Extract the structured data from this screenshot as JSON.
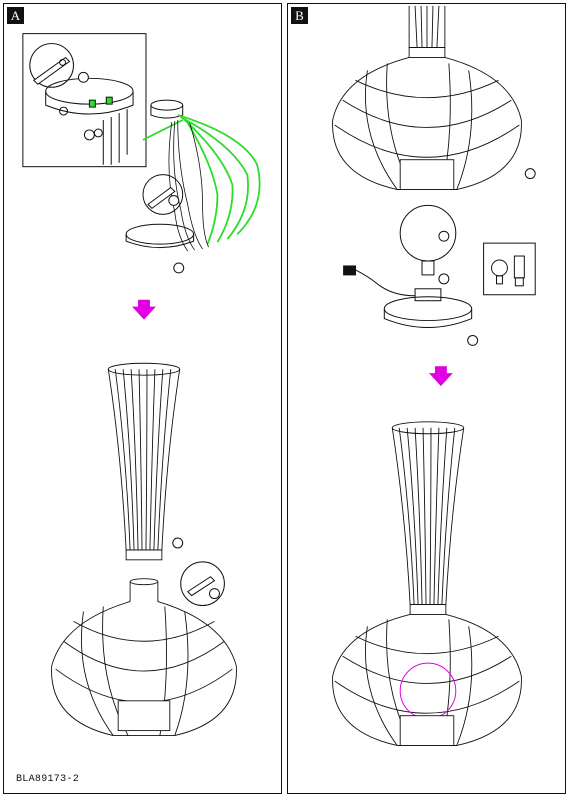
{
  "panel_a": {
    "label": "A"
  },
  "panel_b": {
    "label": "B"
  },
  "footer": {
    "doc_code": "BLA89173-2"
  },
  "colors": {
    "arrow": "#e100e1",
    "highlight": "#2bdc2b",
    "line": "#111111"
  },
  "icons": [
    "step-arrow-icon",
    "incandescent-bulb-icon",
    "cfl-bulb-icon",
    "screwdriver-icon",
    "plug-icon"
  ]
}
